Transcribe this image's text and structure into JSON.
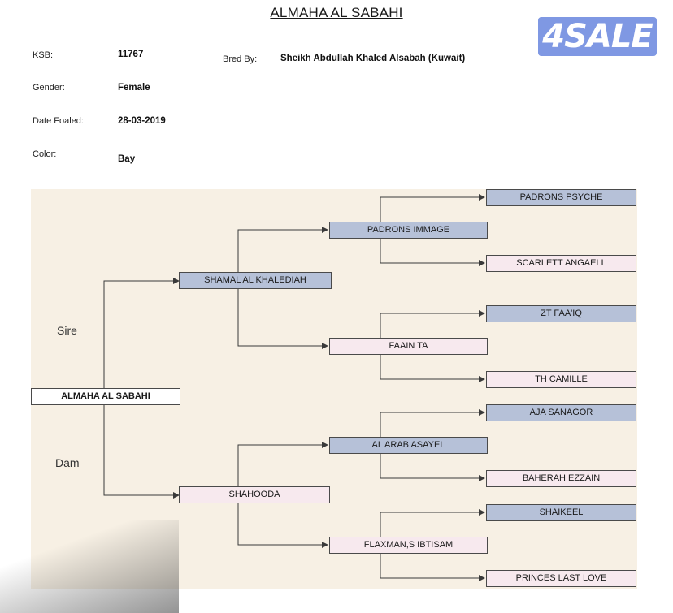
{
  "title": "ALMAHA AL SABAHI",
  "logo_text": "4SALE",
  "info": {
    "ksb_label": "KSB:",
    "ksb_value": "11767",
    "gender_label": "Gender:",
    "gender_value": "Female",
    "foaled_label": "Date Foaled:",
    "foaled_value": "28-03-2019",
    "color_label": "Color:",
    "color_value": "Bay",
    "bred_by_label": "Bred By:",
    "bred_by_value": "Sheikh Abdullah Khaled Alsabah (Kuwait)"
  },
  "pedigree": {
    "sire_label": "Sire",
    "dam_label": "Dam",
    "root": "ALMAHA AL SABAHI",
    "sire": "SHAMAL AL KHALEDIAH",
    "dam": "SHAHOODA",
    "sire_sire": "PADRONS IMMAGE",
    "sire_dam": "FAAIN TA",
    "dam_sire": "AL ARAB ASAYEL",
    "dam_dam": "FLAXMAN,S IBTISAM",
    "ggp": [
      "PADRONS PSYCHE",
      "SCARLETT ANGAELL",
      "ZT FAA'IQ",
      "TH CAMILLE",
      "AJA SANAGOR",
      "BAHERAH EZZAIN",
      "SHAIKEEL",
      "PRINCES LAST LOVE"
    ]
  },
  "colors": {
    "male_box": "#b6c1d8",
    "female_box": "#f7e9ee",
    "panel_background": "#f7f0e4",
    "logo_background": "#7f98e3"
  }
}
